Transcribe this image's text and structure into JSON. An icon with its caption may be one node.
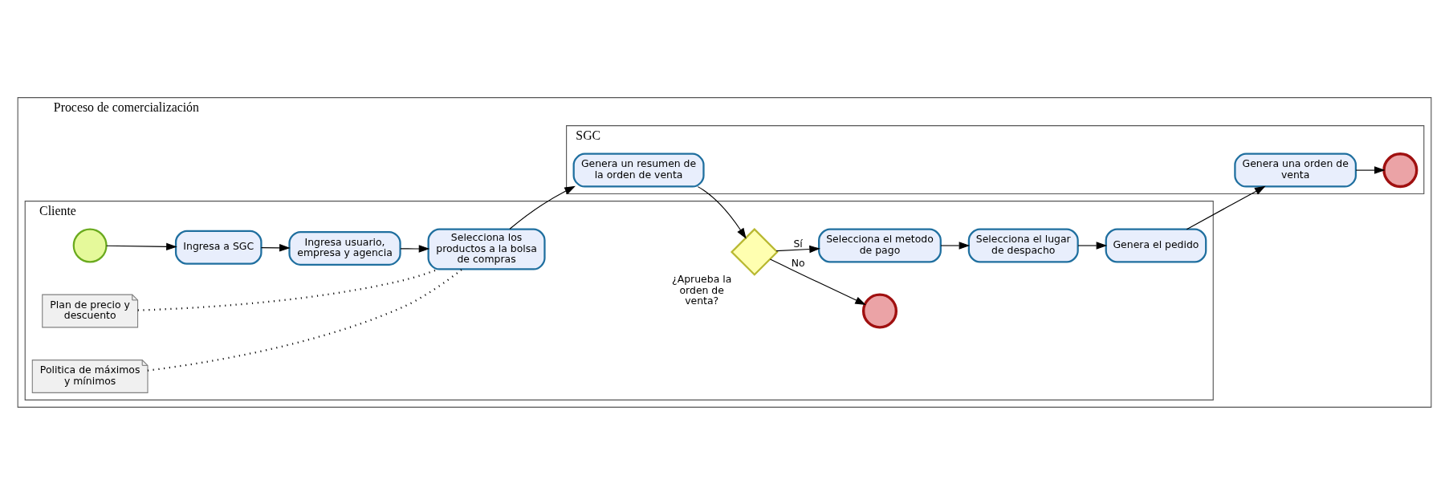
{
  "diagram": {
    "nodes": [
      {
        "text": [
          "Proceso de comercialización"
        ]
      },
      {
        "text": [
          "Cliente"
        ],
        "in": 0
      },
      {
        "text": [
          "SGC"
        ],
        "in": 0
      },
      {
        "text": [],
        "shape": "circle",
        "in": 1
      },
      {
        "text": [
          "Ingresa a SGC"
        ],
        "in": 1
      },
      {
        "text": [
          "Ingresa usuario, empresa y agencia"
        ],
        "in": 1
      },
      {
        "text": [
          "Plan de precio y descuento"
        ],
        "in": 1
      },
      {
        "text": [
          "Politica de máximos y mínimos"
        ],
        "in": 1
      },
      {
        "text": [
          "Selecciona los productos a la bolsa de compras"
        ],
        "in": 1
      },
      {
        "text": [],
        "shape": "circle",
        "in": 1
      },
      {
        "text": [],
        "shape": "diamond",
        "beside": [
          "¿Aprueba la orden de venta?"
        ],
        "in": 1
      },
      {
        "text": [
          "Selecciona el metodo de pago"
        ],
        "in": 1
      },
      {
        "text": [
          "Selecciona el lugar de despacho"
        ],
        "in": 1
      },
      {
        "text": [
          "Genera el pedido"
        ],
        "in": 1
      },
      {
        "text": [
          "Genera un resumen de la orden de venta"
        ],
        "in": 2
      },
      {
        "text": [
          "Genera una orden de venta"
        ],
        "in": 2
      },
      {
        "text": [],
        "shape": "circle",
        "in": 2
      }
    ],
    "edges": [
      {
        "from": 3,
        "to": 4,
        "arrow": "to"
      },
      {
        "from": 4,
        "to": 5,
        "arrow": "to"
      },
      {
        "from": 5,
        "to": 8,
        "arrow": "to"
      },
      {
        "from": 6,
        "to": 8,
        "arrow": "none",
        "style": "dashed"
      },
      {
        "from": 7,
        "to": 8,
        "arrow": "none",
        "style": "dashed"
      },
      {
        "from": 8,
        "to": 14,
        "arrow": "to"
      },
      {
        "from": 14,
        "to": 10,
        "arrow": "to"
      },
      {
        "from": 10,
        "to": 9,
        "label": "No",
        "arrow": "to"
      },
      {
        "from": 10,
        "to": 11,
        "label": "Sí",
        "arrow": "to"
      },
      {
        "from": 11,
        "to": 12,
        "arrow": "to"
      },
      {
        "from": 12,
        "to": 13,
        "arrow": "to"
      },
      {
        "from": 13,
        "to": 15,
        "arrow": "to"
      },
      {
        "from": 15,
        "to": 16,
        "arrow": "to"
      }
    ]
  }
}
